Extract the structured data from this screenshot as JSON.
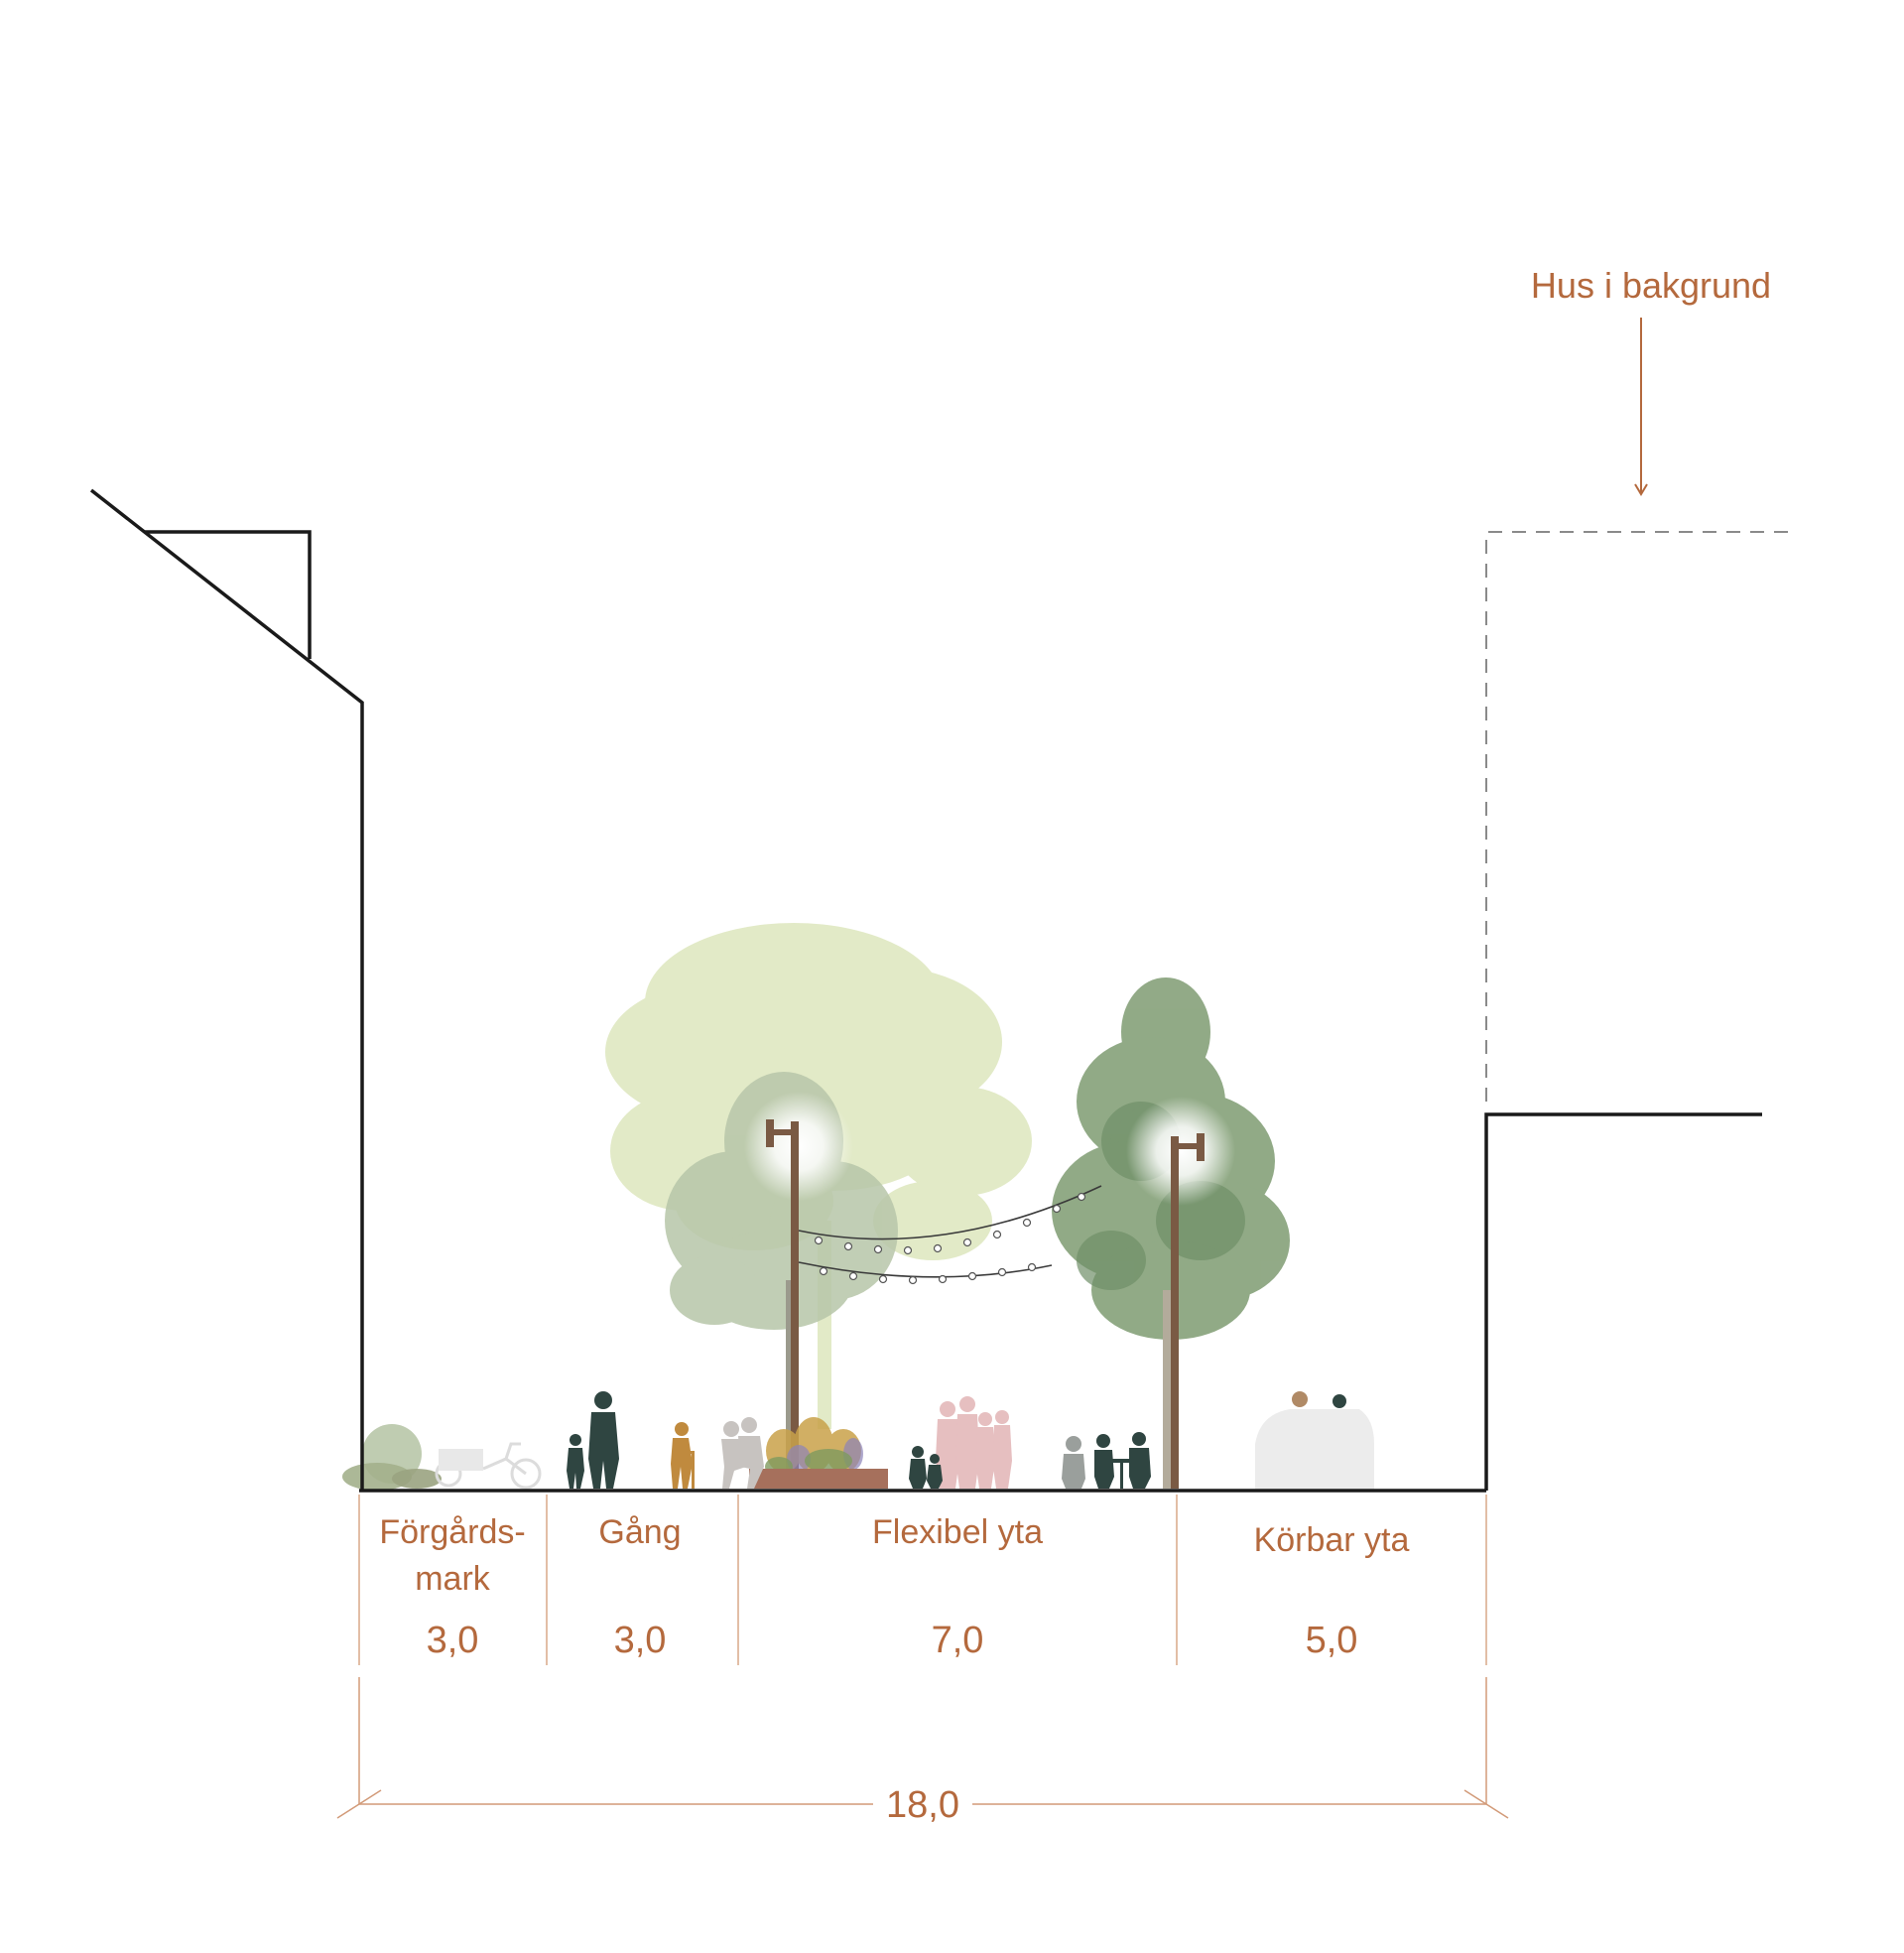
{
  "annotation": {
    "background_house_label": "Hus i bakgrund"
  },
  "zones": [
    {
      "label_line1": "Förgårds-",
      "label_line2": "mark",
      "width": "3,0"
    },
    {
      "label_line1": "Gång",
      "label_line2": "",
      "width": "3,0"
    },
    {
      "label_line1": "Flexibel yta",
      "label_line2": "",
      "width": "7,0"
    },
    {
      "label_line1": "Körbar yta",
      "label_line2": "",
      "width": "5,0"
    }
  ],
  "total_width": "18,0",
  "colors": {
    "accent": "#b4693d",
    "line": "#1a1a1a",
    "dashed": "#8a8a8a",
    "tree_back": "#dfe8c1",
    "tree_mid": "#9fb390",
    "tree_front": "#7c9a72",
    "person_dark": "#2f4541",
    "person_ochre": "#c08a3e",
    "person_pink": "#e6bfc0",
    "person_grey": "#9a9f9c",
    "pole": "#7a5a44",
    "bench": "#a6705c"
  }
}
